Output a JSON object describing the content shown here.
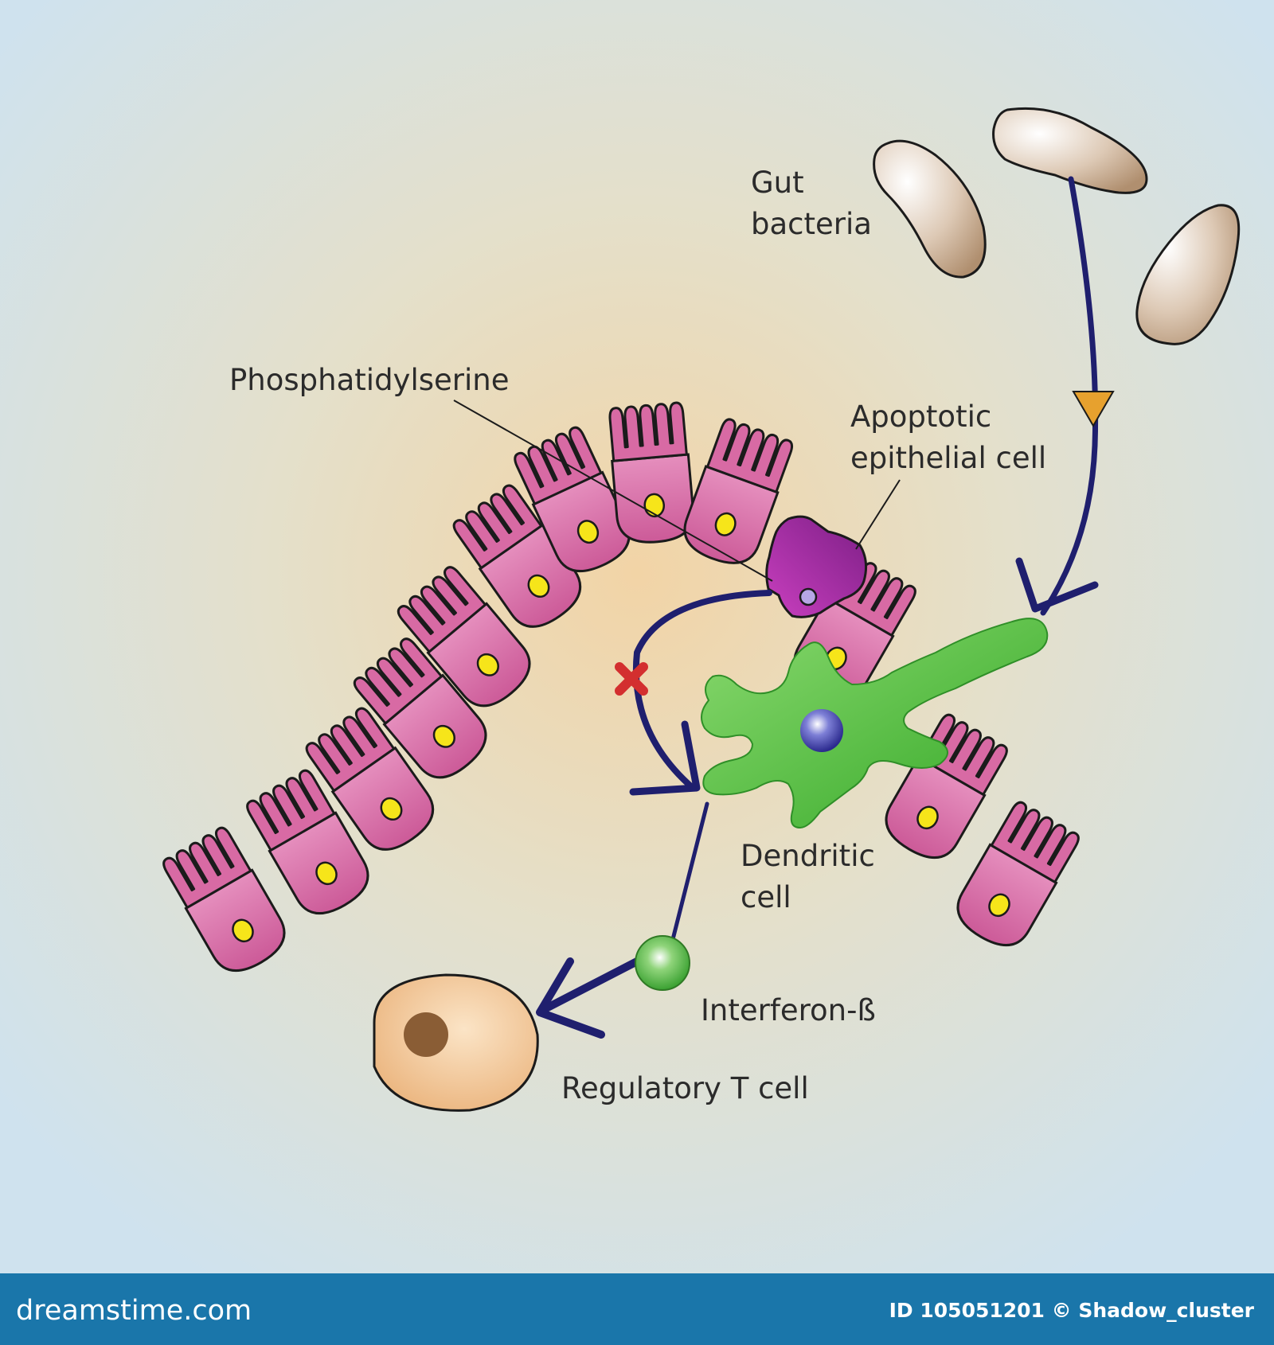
{
  "labels": {
    "gut_bacteria_line1": "Gut",
    "gut_bacteria_line2": "bacteria",
    "phosphatidylserine": "Phosphatidylserine",
    "apoptotic_line1": "Apoptotic",
    "apoptotic_line2": "epithelial cell",
    "dendritic_line1": "Dendritic",
    "dendritic_line2": "cell",
    "interferon": "Interferon-ß",
    "regulatory_t_cell": "Regulatory T cell"
  },
  "footer": {
    "brand": "dreamstime.com",
    "id_credit": "ID 105051201 © Shadow_cluster"
  },
  "colors": {
    "epithelium": "#d86aa4",
    "apoptotic": "#a12d9e",
    "dendritic": "#4cc13c",
    "arrow": "#1f1f6e",
    "t_cell": "#f0c289",
    "bacteria": "#c0a486",
    "footer": "#1a76aa"
  }
}
